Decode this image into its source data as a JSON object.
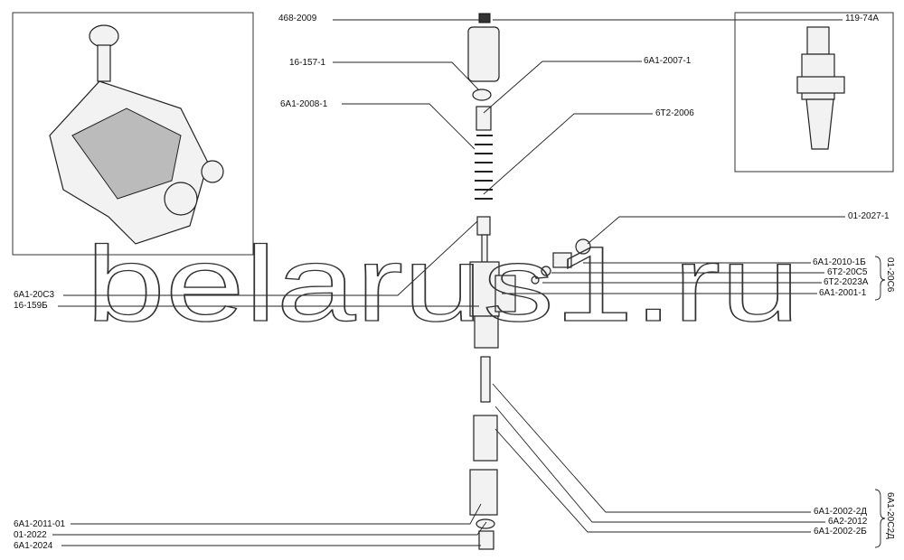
{
  "watermark": "belarus1.ru",
  "left_labels": [
    "468-2009",
    "16-157-1",
    "6A1-2008-1",
    "6A1-20C3",
    "16-159Б",
    "6A1-2011-01",
    "01-2022",
    "6A1-2024"
  ],
  "right_labels": [
    "119-74A",
    "6A1-2007-1",
    "6T2-2006",
    "01-2027-1",
    "6A1-2010-1Б",
    "6T2-20C5",
    "6T2-2023A",
    "6A1-2001-1",
    "6A1-2002-2Д",
    "6A2-2012",
    "6A1-2002-2Б"
  ],
  "group_labels": [
    "01-20C6",
    "6A1-20C2Д"
  ]
}
